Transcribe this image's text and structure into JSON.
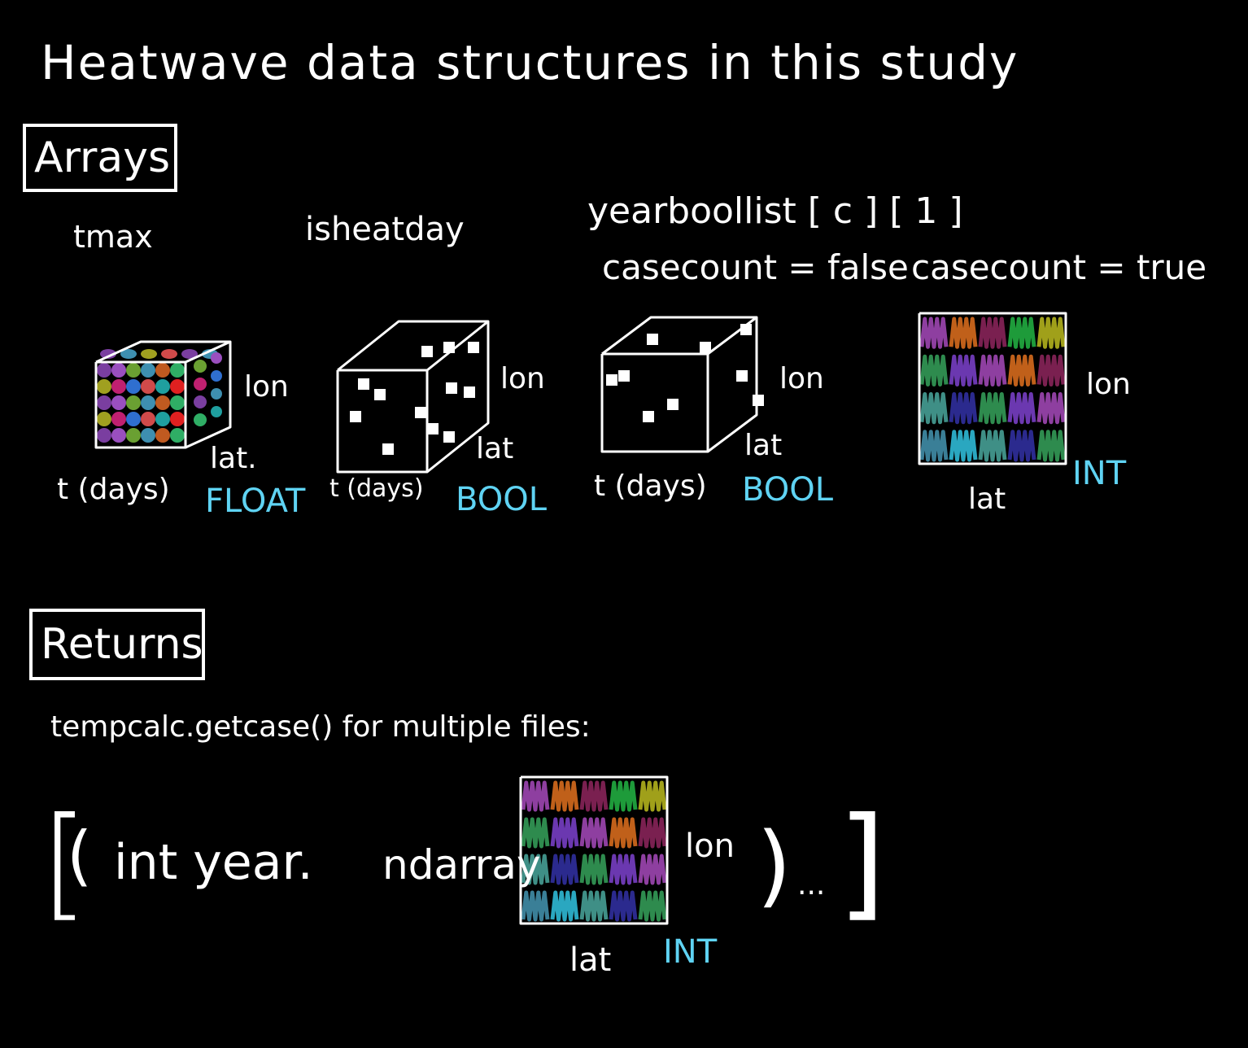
{
  "title": "Heatwave data structures in this study",
  "sections": {
    "arrays": {
      "heading": "Arrays",
      "items": [
        {
          "name": "tmax",
          "axis_lon": "lon",
          "axis_lat": "lat.",
          "axis_t": "t (days)",
          "dtype": "FLOAT"
        },
        {
          "name": "isheatday",
          "axis_lon": "lon",
          "axis_lat": "lat",
          "axis_t": "t (days)",
          "dtype": "BOOL"
        },
        {
          "name": "yearboollist [ c ] [ 1 ]",
          "axis_lon": "lon",
          "axis_lat": "lat",
          "axis_t": "t (days)",
          "dtype": "BOOL"
        }
      ],
      "casecount_false": "casecount = false",
      "casecount_true": "casecount = true",
      "grid_item": {
        "axis_lon": "lon",
        "axis_lat": "lat",
        "dtype": "INT"
      }
    },
    "returns": {
      "heading": "Returns",
      "signature": "tempcalc.getcase() for multiple files:",
      "tuple_open": "[",
      "paren_open": "(",
      "int_year": "int year.",
      "ndarray": "ndarray",
      "axis_lon": "lon",
      "axis_lat": "lat",
      "dtype": "INT",
      "paren_close": ")",
      "ellipsis": "...",
      "tuple_close": "]"
    }
  },
  "colors": {
    "background": "#000000",
    "ink": "#ffffff",
    "type_label": "#5fd3f3",
    "grid_palette": [
      "#8e3fa0",
      "#c0237f",
      "#2e8b4e",
      "#1e9b3a",
      "#3f8f86",
      "#c0601a",
      "#3a7f97",
      "#6b38b0",
      "#a0a01a",
      "#2b2a8e",
      "#7a2050",
      "#2aa7c0"
    ],
    "blob_palette": [
      "#7a3ea0",
      "#9a4fbf",
      "#6aa032",
      "#3e8fb0",
      "#c05a20",
      "#2fae65",
      "#a0a020",
      "#c02070",
      "#2f6fd0",
      "#d04a4a",
      "#1f9f9f",
      "#e02020"
    ]
  }
}
